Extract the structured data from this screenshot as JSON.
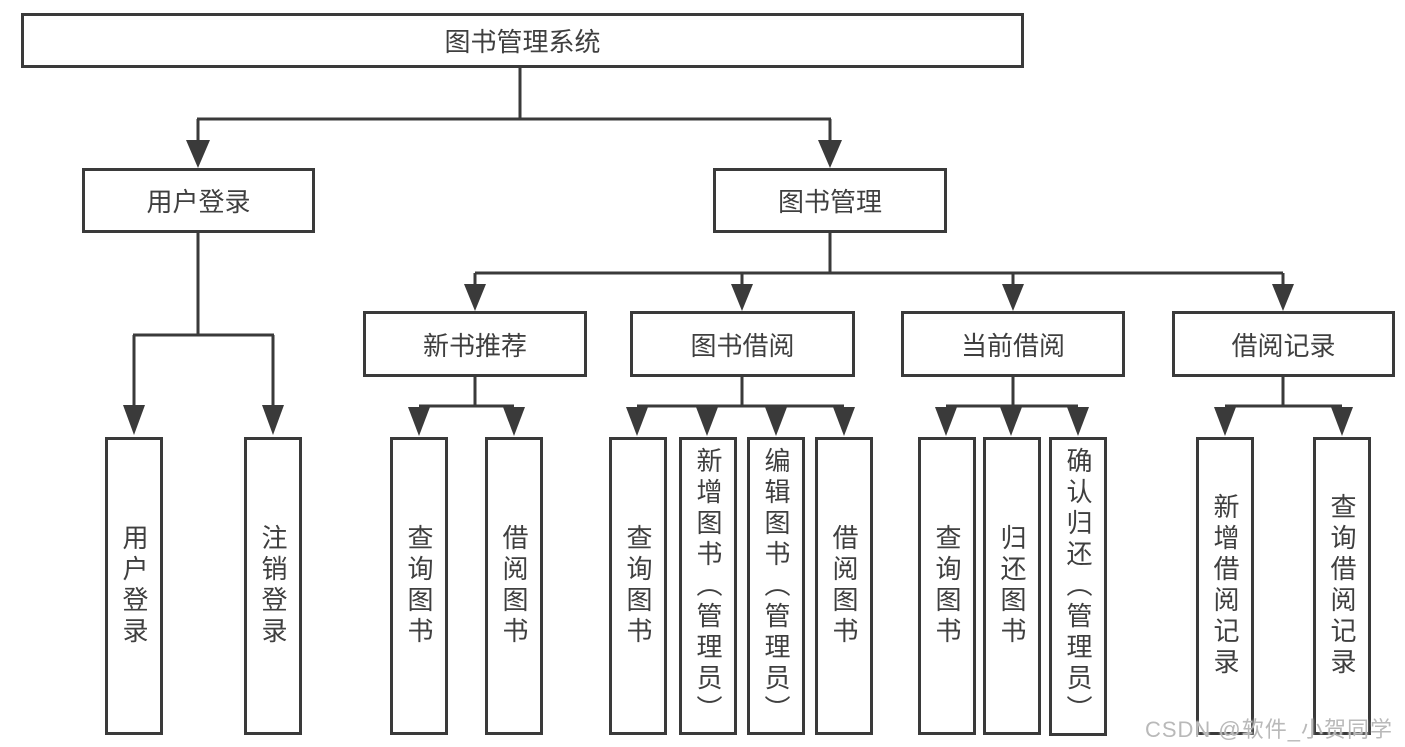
{
  "colors": {
    "line": "#3a3a3a",
    "text": "#3f3f3f",
    "watermark": "#b9b9b9",
    "background": "#ffffff"
  },
  "watermark": {
    "text": "CSDN @软件_小贺同学"
  },
  "nodes": {
    "root": {
      "label": "图书管理系统"
    },
    "user_login": {
      "label": "用户登录"
    },
    "book_mgmt": {
      "label": "图书管理"
    },
    "new_book_rec": {
      "label": "新书推荐"
    },
    "book_borrow": {
      "label": "图书借阅"
    },
    "current_borrow": {
      "label": "当前借阅"
    },
    "borrow_record": {
      "label": "借阅记录"
    },
    "leaf_user_login": {
      "label": "用户登录"
    },
    "leaf_logout": {
      "label": "注销登录"
    },
    "leaf_rec_query": {
      "label": "查询图书"
    },
    "leaf_rec_borrow": {
      "label": "借阅图书"
    },
    "leaf_bb_query": {
      "label": "查询图书"
    },
    "leaf_bb_add": {
      "label": "新增图书（管理员）"
    },
    "leaf_bb_edit": {
      "label": "编辑图书（管理员）"
    },
    "leaf_bb_borrow": {
      "label": "借阅图书"
    },
    "leaf_cb_query": {
      "label": "查询图书"
    },
    "leaf_cb_return": {
      "label": "归还图书"
    },
    "leaf_cb_confirm": {
      "label": "确认归还（管理员）"
    },
    "leaf_br_add": {
      "label": "新增借阅记录"
    },
    "leaf_br_query": {
      "label": "查询借阅记录"
    }
  },
  "edges": [
    {
      "parent": "root",
      "children": [
        "user_login",
        "book_mgmt"
      ]
    },
    {
      "parent": "user_login",
      "children": [
        "leaf_user_login",
        "leaf_logout"
      ]
    },
    {
      "parent": "book_mgmt",
      "children": [
        "new_book_rec",
        "book_borrow",
        "current_borrow",
        "borrow_record"
      ]
    },
    {
      "parent": "new_book_rec",
      "children": [
        "leaf_rec_query",
        "leaf_rec_borrow"
      ]
    },
    {
      "parent": "book_borrow",
      "children": [
        "leaf_bb_query",
        "leaf_bb_add",
        "leaf_bb_edit",
        "leaf_bb_borrow"
      ]
    },
    {
      "parent": "current_borrow",
      "children": [
        "leaf_cb_query",
        "leaf_cb_return",
        "leaf_cb_confirm"
      ]
    },
    {
      "parent": "borrow_record",
      "children": [
        "leaf_br_add",
        "leaf_br_query"
      ]
    }
  ]
}
